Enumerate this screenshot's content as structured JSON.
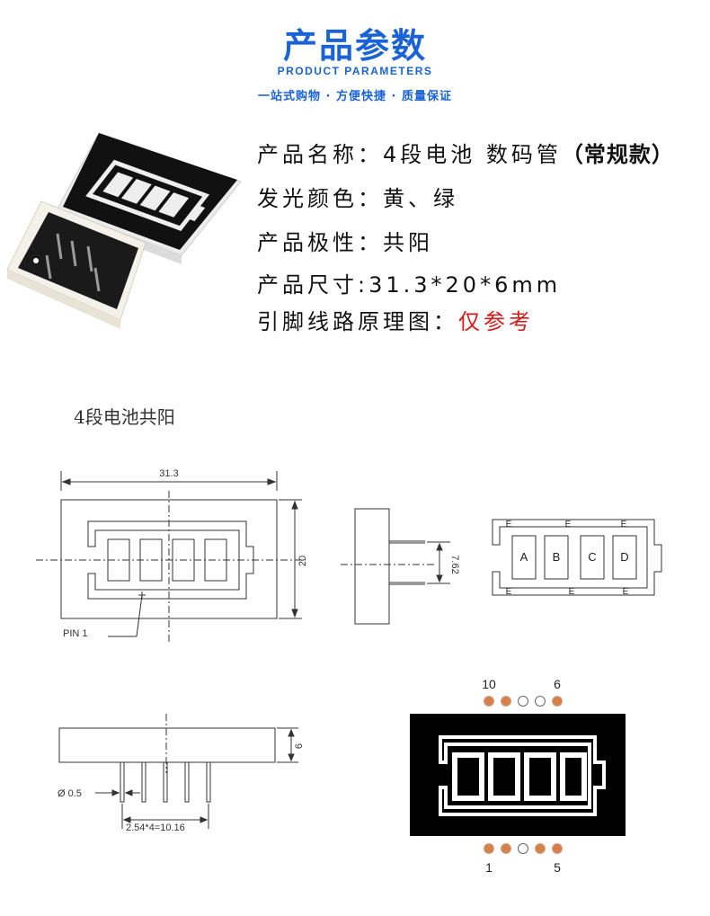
{
  "header": {
    "title": "产品参数",
    "subtitle": "PRODUCT PARAMETERS",
    "slogan": "一站式购物 · 方便快捷 · 质量保证"
  },
  "specs": [
    {
      "label": "产品名称：",
      "value": "4段电池 数码管",
      "suffix": "（常规款）"
    },
    {
      "label": "发光颜色：",
      "value": "黄、绿"
    },
    {
      "label": "产品极性：",
      "value": "共阳"
    },
    {
      "label": "产品尺寸:",
      "value": "31.3*20*6mm"
    },
    {
      "label": "引脚线路原理图：",
      "value": "仅参考"
    }
  ],
  "colors": {
    "accent": "#1a63d6",
    "highlight": "#d61a1a",
    "pin": "#d9804a"
  },
  "diagram": {
    "section_title": "4段电池共阳",
    "dim_width": "31.3",
    "dim_height": "20",
    "pin_label": "PIN 1",
    "pin_spacing_side": "7.62",
    "thickness": "6",
    "pin_diameter": "Ø 0.5",
    "pin_pitch": "2.54*4=10.16",
    "segments": [
      "A",
      "B",
      "C",
      "D"
    ],
    "common_label": "E",
    "pin_top_left": "10",
    "pin_top_right": "6",
    "pin_bottom_left": "1",
    "pin_bottom_right": "5"
  }
}
